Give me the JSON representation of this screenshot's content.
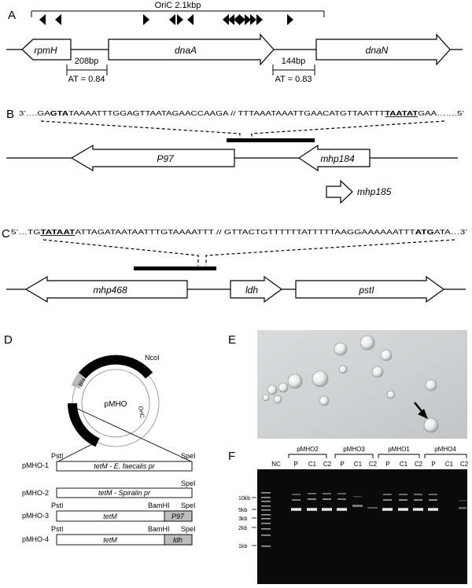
{
  "panelA": {
    "label": "A",
    "oric_label": "OriC 2.1kbp",
    "gene_rpmH": "rpmH",
    "gene_dnaA": "dnaA",
    "gene_dnaN": "dnaN",
    "left_bp": "208bp",
    "right_bp": "144bp",
    "left_at": "AT = 0.84",
    "right_at": "AT = 0.83"
  },
  "panelB": {
    "label": "B",
    "seq_prefix": "3’….GA",
    "seq_gta": "GTA",
    "seq_mid": "TAAAATTTGGAGTTAATAGAACCAAGA  //  TTTAAATAAATTGAACATGTTAATTT",
    "seq_box": "TAATAT",
    "seq_suffix": "GAA…….5’",
    "gene_p97": "P97",
    "gene_mhp184": "mhp184",
    "gene_mhp185": "mhp185"
  },
  "panelC": {
    "label": "C",
    "seq_prefix": "5’…TG",
    "seq_box": "TATAAT",
    "seq_mid": "ATTAGATAATAATTTGTAAAATTT  //  GTTACTGTTTTTTATTTTTAAGGAAAAAATTT",
    "seq_atg": "ATG",
    "seq_suffix": "ATA…3’",
    "gene_mhp468": "mhp468",
    "gene_ldh": "ldh",
    "gene_pstI": "pstI"
  },
  "panelD": {
    "label": "D",
    "plasmid_name": "pMHO",
    "site_ncoi": "NcoI",
    "seg_bla": "Bla",
    "seg_oric": "OriC",
    "constructs": [
      {
        "name": "pMHO-1",
        "left_site": "PstI",
        "right_site": "SpeI",
        "insert": "tetM - E. faecalis pr"
      },
      {
        "name": "pMHO-2",
        "right_site": "SpeI",
        "insert": "tetM - Spiralin pr"
      },
      {
        "name": "pMHO-3",
        "left_site": "PstI",
        "mid_site": "BamHI",
        "right_site": "SpeI",
        "insert": "tetM",
        "promoter": "P97"
      },
      {
        "name": "pMHO-4",
        "left_site": "PstI",
        "mid_site": "BamHI",
        "right_site": "SpeI",
        "insert": "tetM",
        "promoter": "ldh"
      }
    ]
  },
  "panelE": {
    "label": "E"
  },
  "panelF": {
    "label": "F",
    "groups": [
      "pMHO2",
      "pMHO3",
      "pMHO1",
      "pMHO4"
    ],
    "lanes": [
      "NC",
      "P",
      "C1",
      "C2",
      "P",
      "C1",
      "C2",
      "P",
      "C1",
      "C2",
      "P",
      "C1",
      "C2"
    ],
    "ladder": [
      "10kb",
      "5kb",
      "3kb",
      "2kb",
      "1kb"
    ]
  }
}
